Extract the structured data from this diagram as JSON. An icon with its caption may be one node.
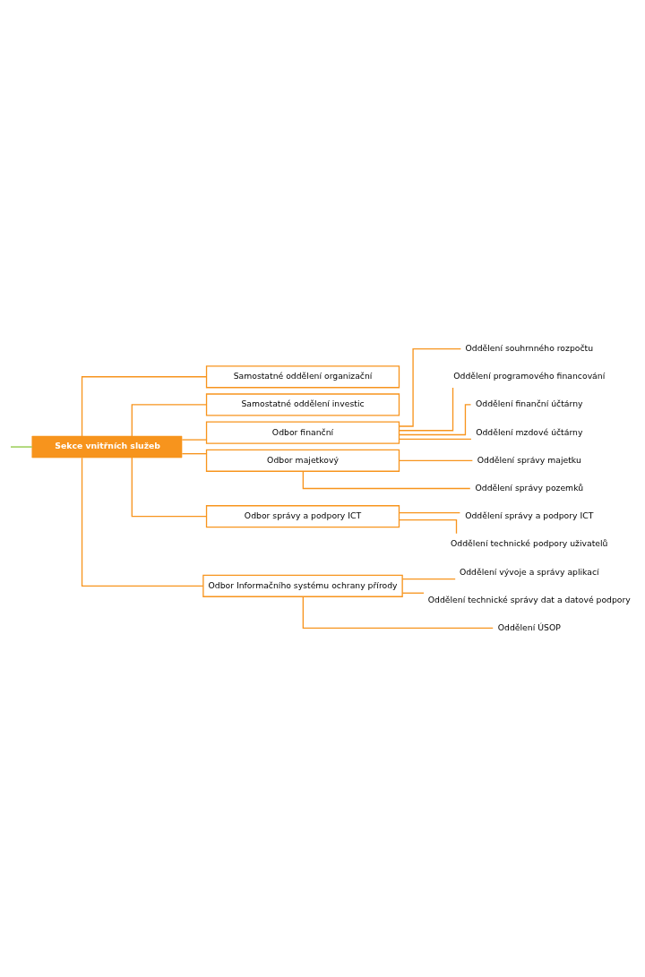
{
  "diagram": {
    "nodes": [
      {
        "text": [
          "Sekce vnitřních služeb"
        ]
      },
      {
        "text": [
          "Samostatné oddělení organizační"
        ]
      },
      {
        "text": [
          "Samostatné oddělení investic"
        ]
      },
      {
        "text": [
          "Odbor finanční"
        ]
      },
      {
        "text": [
          "Oddělení souhrnného rozpočtu"
        ]
      },
      {
        "text": [
          "Oddělení programového financování"
        ]
      },
      {
        "text": [
          "Oddělení finanční účtárny"
        ]
      },
      {
        "text": [
          "Oddělení mzdové účtárny"
        ]
      },
      {
        "text": [
          "Odbor majetkový"
        ]
      },
      {
        "text": [
          "Oddělení správy majetku"
        ]
      },
      {
        "text": [
          "Oddělení správy pozemků"
        ]
      },
      {
        "text": [
          "Odbor správy a podpory ICT"
        ]
      },
      {
        "text": [
          "Oddělení správy a podpory ICT"
        ]
      },
      {
        "text": [
          "Oddělení technické podpory uživatelů"
        ]
      },
      {
        "text": [
          "Odbor Informačního systému ochrany přírody"
        ]
      },
      {
        "text": [
          "Oddělení vývoje a správy aplikací"
        ]
      },
      {
        "text": [
          "Oddělení technické správy dat a datové podpory"
        ]
      },
      {
        "text": [
          "Oddělení ÚSOP"
        ]
      }
    ],
    "edges": [
      {
        "from": null,
        "to": 0,
        "arrow": "none",
        "color": "#8dc63f"
      },
      {
        "from": 0,
        "to": 1,
        "arrow": "none"
      },
      {
        "from": 0,
        "to": 2,
        "arrow": "none"
      },
      {
        "from": 0,
        "to": 3,
        "arrow": "none"
      },
      {
        "from": 3,
        "to": 4,
        "arrow": "none"
      },
      {
        "from": 3,
        "to": 5,
        "arrow": "none"
      },
      {
        "from": 3,
        "to": 6,
        "arrow": "none"
      },
      {
        "from": 3,
        "to": 7,
        "arrow": "none"
      },
      {
        "from": 0,
        "to": 8,
        "arrow": "none"
      },
      {
        "from": 8,
        "to": 9,
        "arrow": "none"
      },
      {
        "from": 8,
        "to": 10,
        "arrow": "none"
      },
      {
        "from": 0,
        "to": 11,
        "arrow": "none"
      },
      {
        "from": 11,
        "to": 12,
        "arrow": "none"
      },
      {
        "from": 11,
        "to": 13,
        "arrow": "none"
      },
      {
        "from": 0,
        "to": 14,
        "arrow": "none"
      },
      {
        "from": 14,
        "to": 15,
        "arrow": "none"
      },
      {
        "from": 14,
        "to": 16,
        "arrow": "none"
      },
      {
        "from": 14,
        "to": 17,
        "arrow": "none"
      }
    ]
  }
}
